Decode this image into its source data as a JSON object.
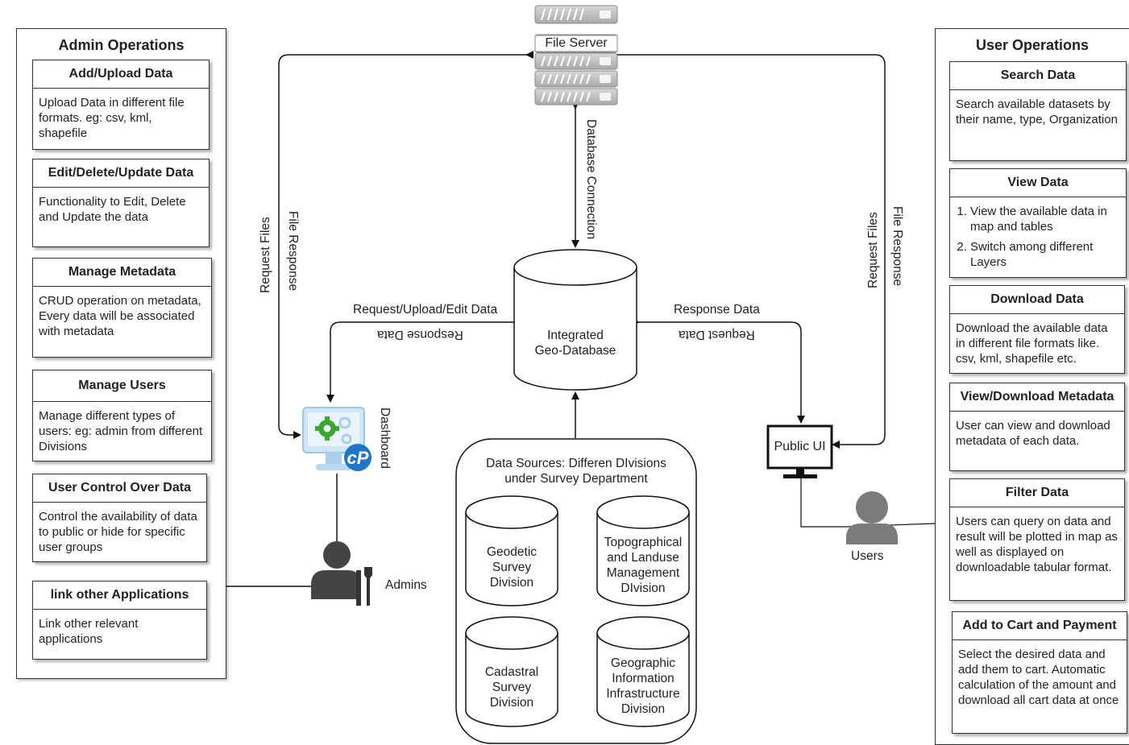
{
  "admin_panel": {
    "title": "Admin Operations",
    "cards": [
      {
        "title": "Add/Upload Data",
        "body": "Upload Data in different file formats. eg: csv, kml, shapefile"
      },
      {
        "title": "Edit/Delete/Update Data",
        "body": "Functionality to Edit, Delete and Update the data"
      },
      {
        "title": "Manage Metadata",
        "body": "CRUD operation on metadata, Every data will be associated with metadata"
      },
      {
        "title": "Manage Users",
        "body": "Manage different types of users: eg: admin from different Divisions"
      },
      {
        "title": "User Control Over Data",
        "body": "Control the availability of data to public or hide for specific user groups"
      },
      {
        "title": "link other Applications",
        "body": "Link other relevant applications"
      }
    ]
  },
  "user_panel": {
    "title": "User Operations",
    "cards": [
      {
        "title": "Search Data",
        "body": "Search available datasets by their name, type, Organization"
      },
      {
        "title": "View Data",
        "items": [
          "View the available data in map and tables",
          "Switch among different Layers"
        ]
      },
      {
        "title": "Download Data",
        "body": "Download the available data in different file formats like. csv, kml, shapefile etc."
      },
      {
        "title": "View/Download Metadata",
        "body": "User can view and download metadata of each data."
      },
      {
        "title": "Filter Data",
        "body": "Users can query on data and result will be plotted in map as well as displayed on downloadable tabular format."
      },
      {
        "title": "Add to Cart and Payment",
        "body": "Select the desired data and add them to cart. Automatic calculation of the amount and download all cart data at once"
      }
    ]
  },
  "file_server": {
    "label": "File Server"
  },
  "geo_database": {
    "label_line1": "Integrated",
    "label_line2": "Geo-Database"
  },
  "dashboard": {
    "label": "Dashboard"
  },
  "admins": {
    "label": "Admins"
  },
  "public_ui": {
    "label": "Public UI"
  },
  "users": {
    "label": "Users"
  },
  "data_sources": {
    "title_line1": "Data Sources: Differen DIvisions",
    "title_line2": "under Survey Department",
    "divisions": [
      {
        "lines": [
          "Geodetic",
          "Survey",
          "Division"
        ]
      },
      {
        "lines": [
          "Topographical",
          "and Landuse",
          "Management",
          "DIvision"
        ]
      },
      {
        "lines": [
          "Cadastral",
          "Survey",
          "Division"
        ]
      },
      {
        "lines": [
          "Geographic",
          "Information",
          "Infrastructure",
          "Division"
        ]
      }
    ]
  },
  "edge_labels": {
    "request_files_left": "Request Files",
    "file_response_left": "File Response",
    "database_connection": "Database Connection",
    "request_upload_edit": "Request/Upload/Edit Data",
    "response_data_left": "Response Data",
    "response_data_right": "Response Data",
    "request_data_right": "Request Data",
    "request_files_right": "Request Files",
    "file_response_right": "File Response"
  },
  "colors": {
    "line": "#111111",
    "server_gray": "#b9b9b9",
    "gear_green": "#3aa62d",
    "cpanel_blue": "#1f76c8",
    "person_gray": "#777777"
  }
}
